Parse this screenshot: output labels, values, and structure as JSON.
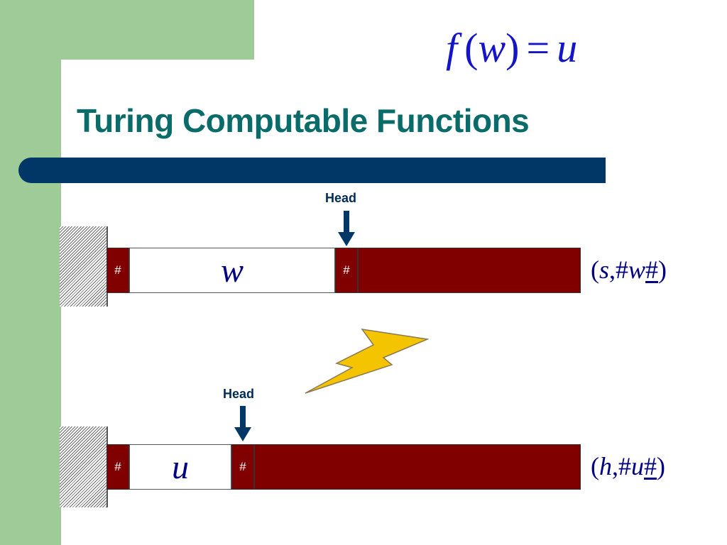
{
  "slide": {
    "title": "Turing Computable Functions",
    "formula": {
      "f": "f",
      "w": "w",
      "u": "u",
      "lparen": "(",
      "rparen": ")",
      "eq": "="
    }
  },
  "tape_top": {
    "head_label": "Head",
    "left_symbol": "#",
    "content": "w",
    "right_symbol": "#",
    "config": {
      "open": "(",
      "state": "s",
      "comma": ",",
      "hash": "#",
      "word": "w",
      "head_symbol": "#",
      "close": ")"
    }
  },
  "tape_bottom": {
    "head_label": "Head",
    "left_symbol": "#",
    "content": "u",
    "right_symbol": "#",
    "config": {
      "open": "(",
      "state": "h",
      "comma": ",",
      "hash": "#",
      "word": "u",
      "head_symbol": "#",
      "close": ")"
    }
  },
  "colors": {
    "title": "#0a6c6a",
    "accent_green": "#9ecb97",
    "bar_navy": "#003766",
    "tape_maroon": "#800000",
    "formula_blue": "#1414c8",
    "bolt_yellow": "#f5c400"
  }
}
